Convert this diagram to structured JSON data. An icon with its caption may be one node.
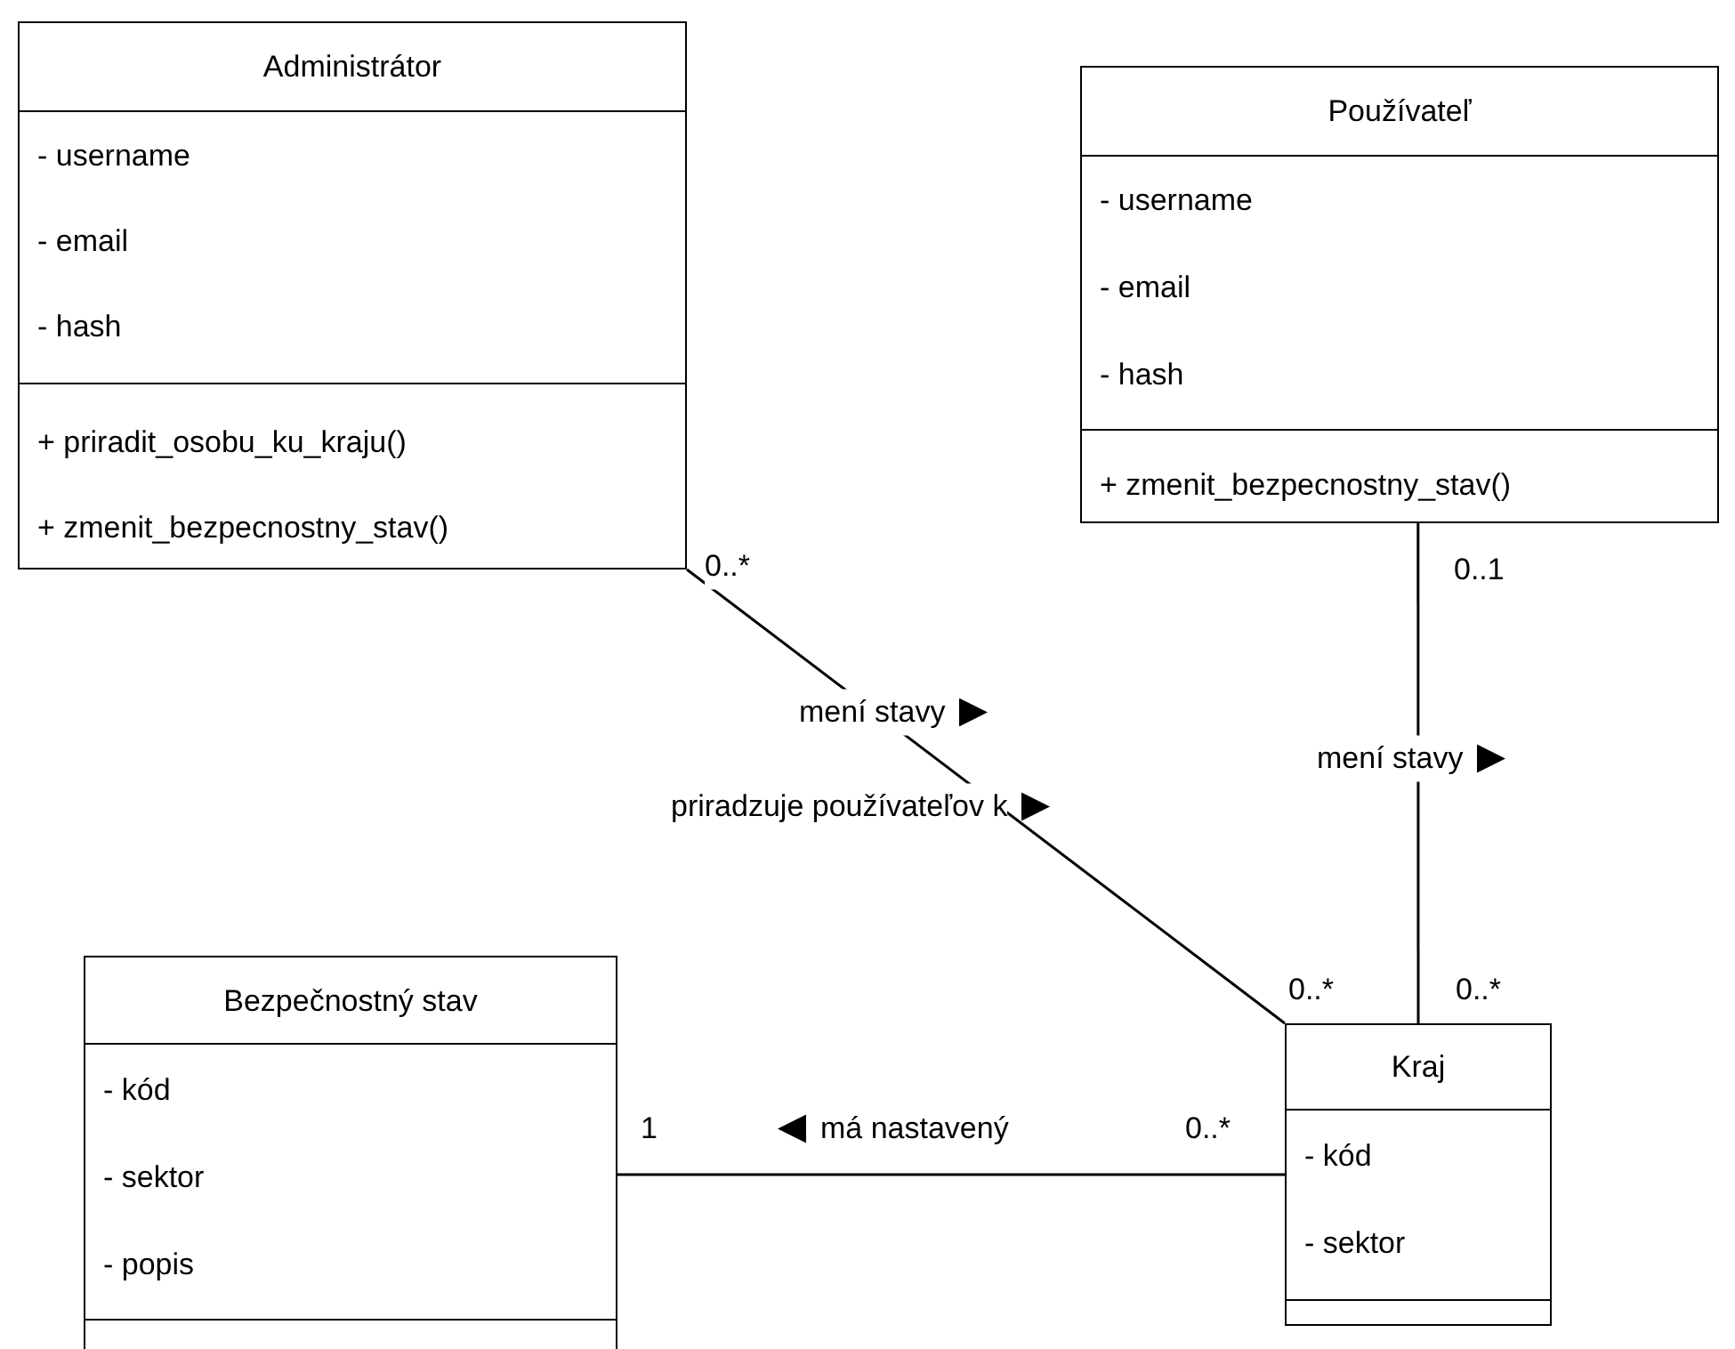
{
  "diagram": {
    "nodes": [
      {
        "text": [
          "Administrátor"
        ]
      },
      {
        "text": [
          "- username",
          "- email",
          "- hash"
        ],
        "in": 0
      },
      {
        "text": [
          "+ priradit_osobu_ku_kraju()",
          "+ zmenit_bezpecnostny_stav()"
        ],
        "in": 0
      },
      {
        "text": [
          "Používateľ"
        ]
      },
      {
        "text": [
          "- username",
          "- email",
          "- hash"
        ],
        "in": 3
      },
      {
        "text": [
          "+ zmenit_bezpecnostny_stav()"
        ],
        "in": 3
      },
      {
        "text": [
          "Bezpečnostný stav"
        ]
      },
      {
        "text": [
          "- kód",
          "- sektor",
          "- popis"
        ],
        "in": 6
      },
      {
        "text": [],
        "shape": "box",
        "in": 6
      },
      {
        "text": [
          "Kraj"
        ]
      },
      {
        "text": [
          "- kód",
          "- sektor"
        ],
        "in": 9
      },
      {
        "text": [],
        "shape": "box",
        "in": 9
      }
    ],
    "edges": [
      {
        "from": 0,
        "to": 9,
        "arrow": "none",
        "label": "mení stavy"
      },
      {
        "from": 3,
        "to": 9,
        "arrow": "none",
        "label": "mení stavy"
      },
      {
        "from": 9,
        "to": 6,
        "arrow": "none",
        "label": "má nastavený"
      }
    ],
    "labels": [
      "0..*",
      "0..1",
      "priradzuje používateľov k",
      "0..*",
      "0..*",
      "1",
      "0..*"
    ]
  }
}
